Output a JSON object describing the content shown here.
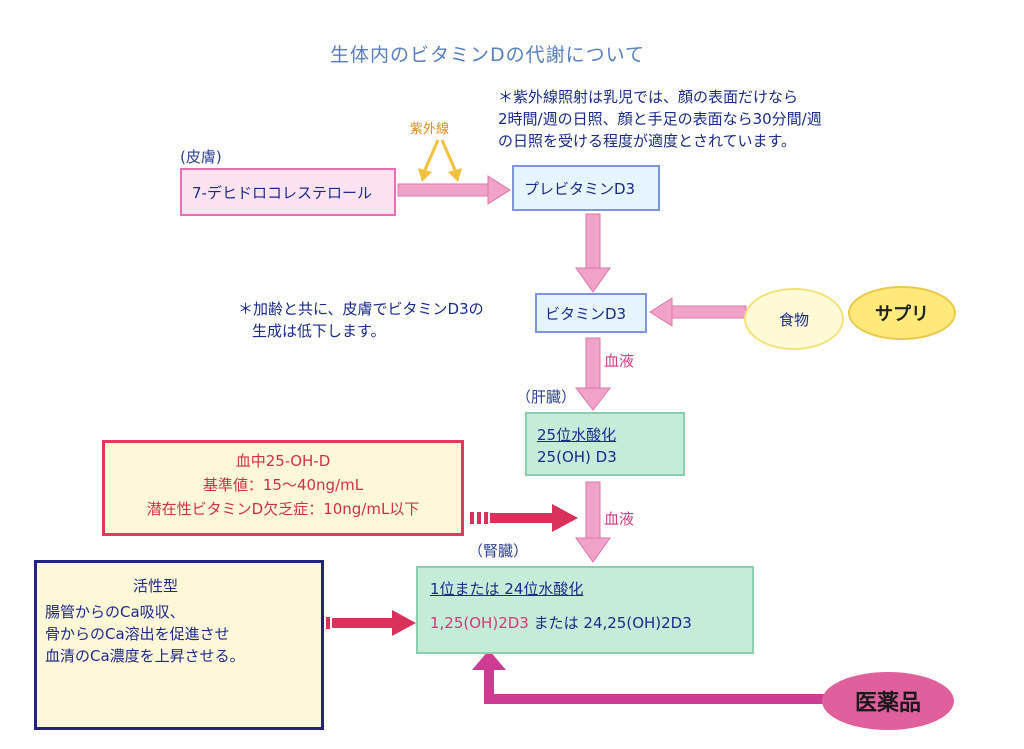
{
  "title": "生体内のビタミンDの代謝について",
  "uv_note": {
    "line1": "＊紫外線照射は乳児では、顔の表面だけなら",
    "line2": "2時間/週の日照、顔と手足の表面なら30分間/週",
    "line3": "の日照を受ける程度が適度とされています。"
  },
  "uv_label": "紫外線",
  "skin": {
    "tag": "(皮膚)",
    "box": "7-デヒドロコレステロール"
  },
  "previtamin": "プレビタミンD3",
  "age_note": {
    "line1": "＊加齢と共に、皮膚でビタミンD3の",
    "line2": "生成は低下します。"
  },
  "vitamin_d3": "ビタミンD3",
  "food": "食物",
  "supplement": "サプリ",
  "blood_label": "血液",
  "liver": {
    "tag": "（肝臓）",
    "title": "25位水酸化",
    "product": "25(OH) D3"
  },
  "serum": {
    "line1": "血中25-OH-D",
    "line2": "基準値：15～40ng/mL",
    "line3": "潜在性ビタミンD欠乏症：10ng/mL以下"
  },
  "kidney": {
    "tag": "（腎臓）",
    "title": "1位または 24位水酸化",
    "active_product": "1,25(OH)2D3",
    "connector": "または",
    "other_product": "24,25(OH)2D3"
  },
  "active_form": {
    "title": "活性型",
    "line1": "腸管からのCa吸収、",
    "line2": "骨からのCa溶出を促進させ",
    "line3": "血清のCa濃度を上昇させる。"
  },
  "drug": "医薬品",
  "colors": {
    "pink_arrow": "#f0a2c8",
    "red_arrow": "#d8325c",
    "magenta_arrow": "#cc3c92",
    "uv_arrow": "#f2c23c"
  }
}
